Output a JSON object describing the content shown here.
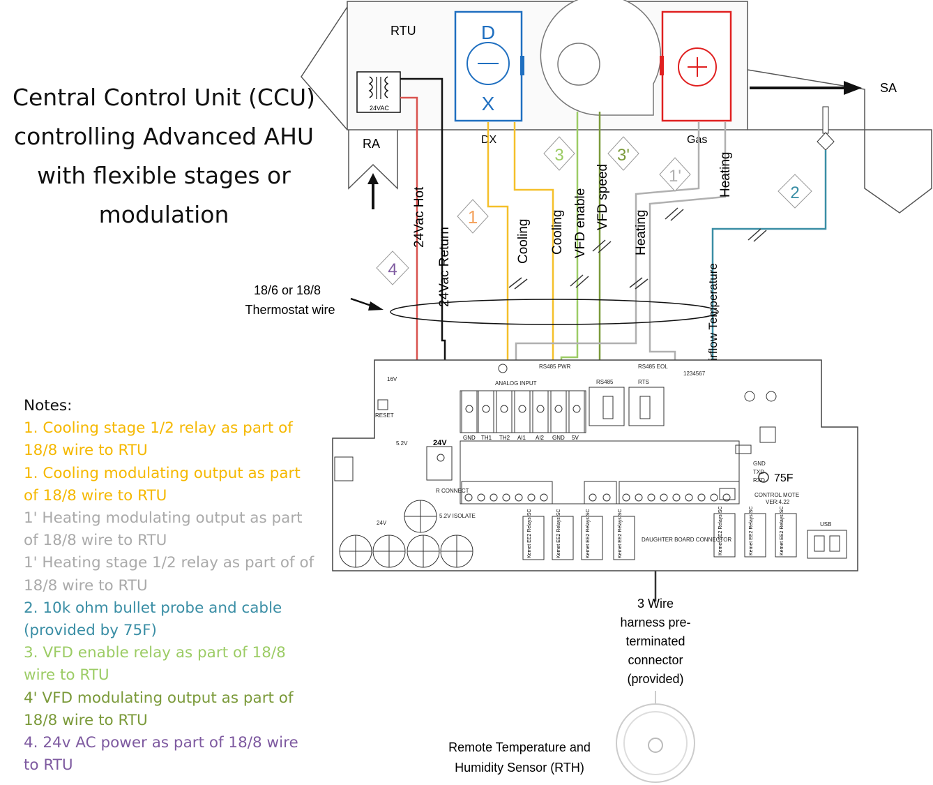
{
  "title_lines": [
    "Central Control Unit (CCU)",
    "controlling Advanced AHU",
    "with flexible stages or",
    "modulation"
  ],
  "unit_labels": {
    "rtu": "RTU",
    "ra": "RA",
    "sa": "SA",
    "dx": "DX",
    "gas": "Gas",
    "transformer": "24VAC",
    "dx_top": "D",
    "dx_bottom": "X"
  },
  "wire_labels": {
    "hot": "24Vac Hot",
    "return": "24Vac Return",
    "cooling1": "Cooling",
    "cooling2": "Cooling",
    "vfd_enable": "VFD enable",
    "vfd_speed": "VFD speed",
    "heating1": "Heating",
    "heating2": "Heating",
    "airflow": "Airflow Temperature"
  },
  "badges": [
    {
      "id": "b1",
      "text": "1",
      "color": "#f4a460"
    },
    {
      "id": "b1p",
      "text": "1'",
      "color": "#b0b0b0"
    },
    {
      "id": "b2",
      "text": "2",
      "color": "#3a8ea5"
    },
    {
      "id": "b3",
      "text": "3",
      "color": "#9ccc65"
    },
    {
      "id": "b3p",
      "text": "3'",
      "color": "#7b9a3a"
    },
    {
      "id": "b4",
      "text": "4",
      "color": "#7e5aa0"
    }
  ],
  "thermostat_wire": [
    "18/6 or 18/8",
    "Thermostat wire"
  ],
  "board": {
    "brand": "75F",
    "control_mote": "CONTROL MOTE",
    "version": "VER:4.22",
    "analog_input": "ANALOG INPUT",
    "rs485": "RS485",
    "rts": "RTS",
    "v24": "24V",
    "v24b": "24V",
    "v16": "16V",
    "v5_2": "5.2V",
    "reset": "RESET",
    "r_connect": "R CONNECT",
    "isolate": "5.2V ISOLATE",
    "usb": "USB",
    "daughter": "DAUGHTER BOARD CONNECTOR",
    "rs485_pwr": "RS485 PWR",
    "rs485_eol": "RS485 EOL",
    "serial": "1234567",
    "input_labels": [
      "GND",
      "TH1",
      "TH2",
      "AI1",
      "AI2",
      "GND",
      "5V"
    ],
    "relay_labels": [
      "Kemet EE2 Relays SC",
      "Kemet EE2 Relays SC",
      "Kemet EE2 Relays SC",
      "Kemet EE2 Relays SC",
      "Kemet EE2 Relays SC",
      "Kemet EE2 Relays SC",
      "Kemet EE2 Relays SC"
    ],
    "gnd_txd_rxd": [
      "GND",
      "TXD",
      "RXD"
    ]
  },
  "harness_label": [
    "3 Wire",
    "harness pre-",
    "terminated",
    "connector",
    "(provided)"
  ],
  "rth_label": [
    "Remote Temperature and",
    "Humidity Sensor (RTH)"
  ],
  "notes_header": "Notes:",
  "notes": [
    {
      "text": "1. Cooling stage 1/2 relay as part of 18/8 wire to RTU",
      "color": "#f5b800"
    },
    {
      "text": "1. Cooling modulating output as part of 18/8 wire to RTU",
      "color": "#f5b800"
    },
    {
      "text": "1' Heating modulating output as part of 18/8 wire to RTU",
      "color": "#aaaaaa"
    },
    {
      "text": "1' Heating stage 1/2 relay as part of of 18/8 wire to RTU",
      "color": "#aaaaaa"
    },
    {
      "text": "2. 10k ohm bullet probe and cable (provided by 75F)",
      "color": "#3a8ea5"
    },
    {
      "text": "3. VFD enable relay as part of 18/8 wire to RTU",
      "color": "#9ccc65"
    },
    {
      "text": "4' VFD modulating output as part of 18/8 wire to RTU",
      "color": "#7b9a3a"
    },
    {
      "text": "4. 24v AC power as part of 18/8 wire to RTU",
      "color": "#7e5aa0"
    }
  ],
  "colors": {
    "yellow": "#f5c02a",
    "green_light": "#9ccc65",
    "green_dark": "#7b9a3a",
    "gray": "#b0b0b0",
    "teal": "#3a8ea5",
    "red": "#d9534f",
    "black": "#111111",
    "dx_blue": "#1f6fc0",
    "gas_red": "#e02020"
  }
}
